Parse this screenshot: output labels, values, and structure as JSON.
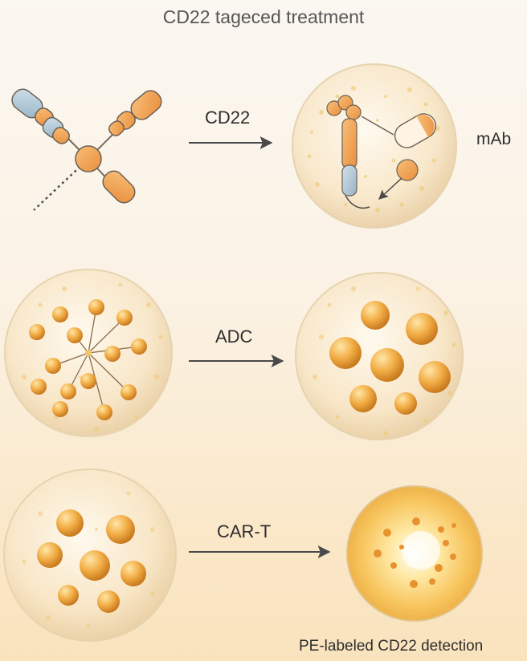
{
  "title": "CD22 tageced treatment",
  "steps": [
    {
      "label": "CD22"
    },
    {
      "label": "ADC"
    },
    {
      "label": "CAR-T"
    }
  ],
  "side_label": "mAb",
  "footer": "PE-labeled CD22 detection",
  "colors": {
    "background_top": "#fbf7f1",
    "background_bottom": "#f9e3bd",
    "orange": "#f2a455",
    "orange_dark": "#d9822f",
    "blue_grey": "#a9c3d3",
    "arrow": "#4a4a4a"
  }
}
